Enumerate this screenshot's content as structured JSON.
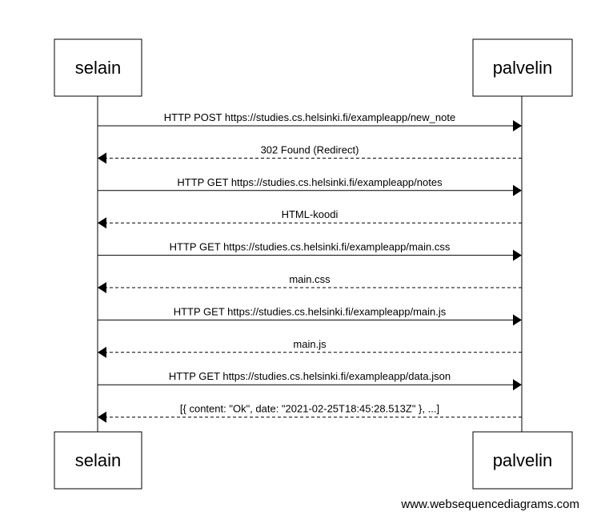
{
  "actors": {
    "left": "selain",
    "right": "palvelin"
  },
  "messages": [
    {
      "direction": "right",
      "style": "solid",
      "label": "HTTP POST https://studies.cs.helsinki.fi/exampleapp/new_note"
    },
    {
      "direction": "left",
      "style": "dashed",
      "label": "302 Found (Redirect)"
    },
    {
      "direction": "right",
      "style": "solid",
      "label": "HTTP GET https://studies.cs.helsinki.fi/exampleapp/notes"
    },
    {
      "direction": "left",
      "style": "dashed",
      "label": "HTML-koodi"
    },
    {
      "direction": "right",
      "style": "solid",
      "label": "HTTP GET https://studies.cs.helsinki.fi/exampleapp/main.css"
    },
    {
      "direction": "left",
      "style": "dashed",
      "label": "main.css"
    },
    {
      "direction": "right",
      "style": "solid",
      "label": "HTTP GET https://studies.cs.helsinki.fi/exampleapp/main.js"
    },
    {
      "direction": "left",
      "style": "dashed",
      "label": "main.js"
    },
    {
      "direction": "right",
      "style": "solid",
      "label": "HTTP GET https://studies.cs.helsinki.fi/exampleapp/data.json"
    },
    {
      "direction": "left",
      "style": "dashed",
      "label": "[{ content: \"Ok\", date: \"2021-02-25T18:45:28.513Z\" }, ...]"
    }
  ],
  "footer": "www.websequencediagrams.com",
  "colors": {
    "line": "#000000",
    "background": "#ffffff"
  }
}
